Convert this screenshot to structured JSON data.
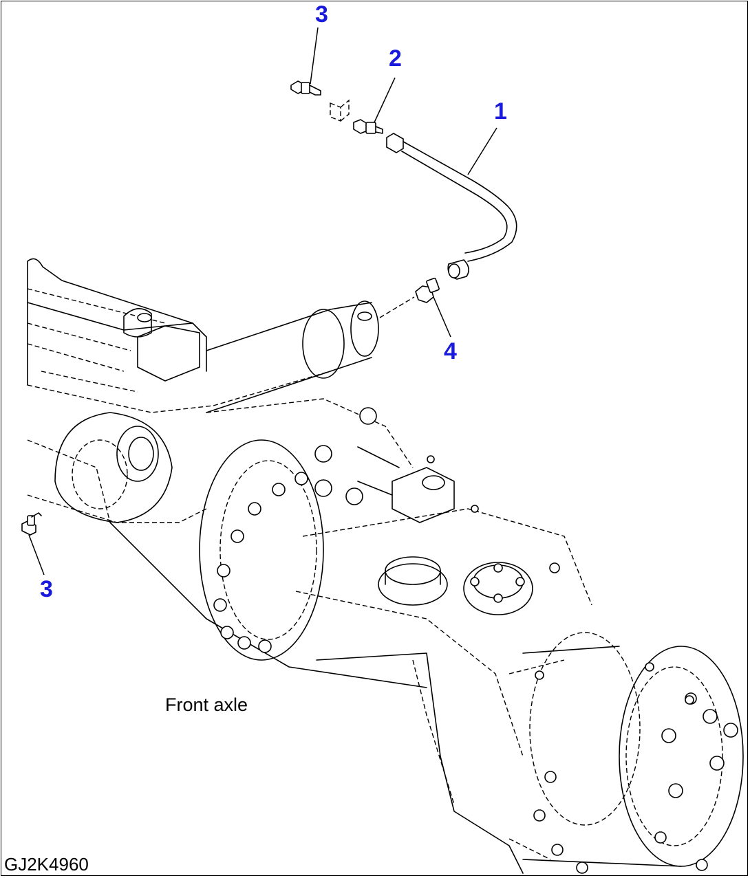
{
  "diagram": {
    "callouts": [
      {
        "id": "c1",
        "number": "1"
      },
      {
        "id": "c2",
        "number": "2"
      },
      {
        "id": "c3a",
        "number": "3"
      },
      {
        "id": "c3b",
        "number": "3"
      },
      {
        "id": "c4",
        "number": "4"
      }
    ],
    "caption": "Front axle",
    "drawing_code": "GJ2K4960",
    "colors": {
      "callout": "#1a1adc",
      "line": "#000000",
      "background": "#ffffff"
    }
  }
}
